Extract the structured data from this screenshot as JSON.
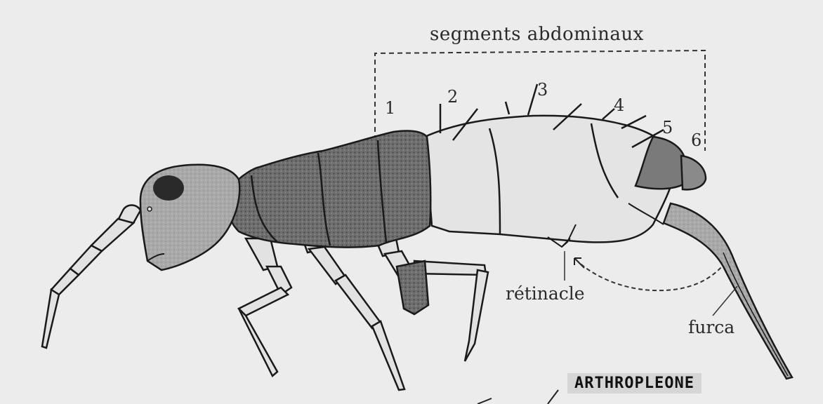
{
  "diagram": {
    "title": "segments abdominaux",
    "segment_numbers": [
      "1",
      "2",
      "3",
      "4",
      "5",
      "6"
    ],
    "labels": {
      "retinacle": "rétinacle",
      "furca": "furca",
      "group": "ARTHROPLEONE"
    },
    "colors": {
      "background": "#ececec",
      "outline": "#1a1a1a",
      "dark_segments": "#6a6a6a",
      "head": "#a8a8a8",
      "light_abdomen": "#e2e2e2"
    }
  }
}
